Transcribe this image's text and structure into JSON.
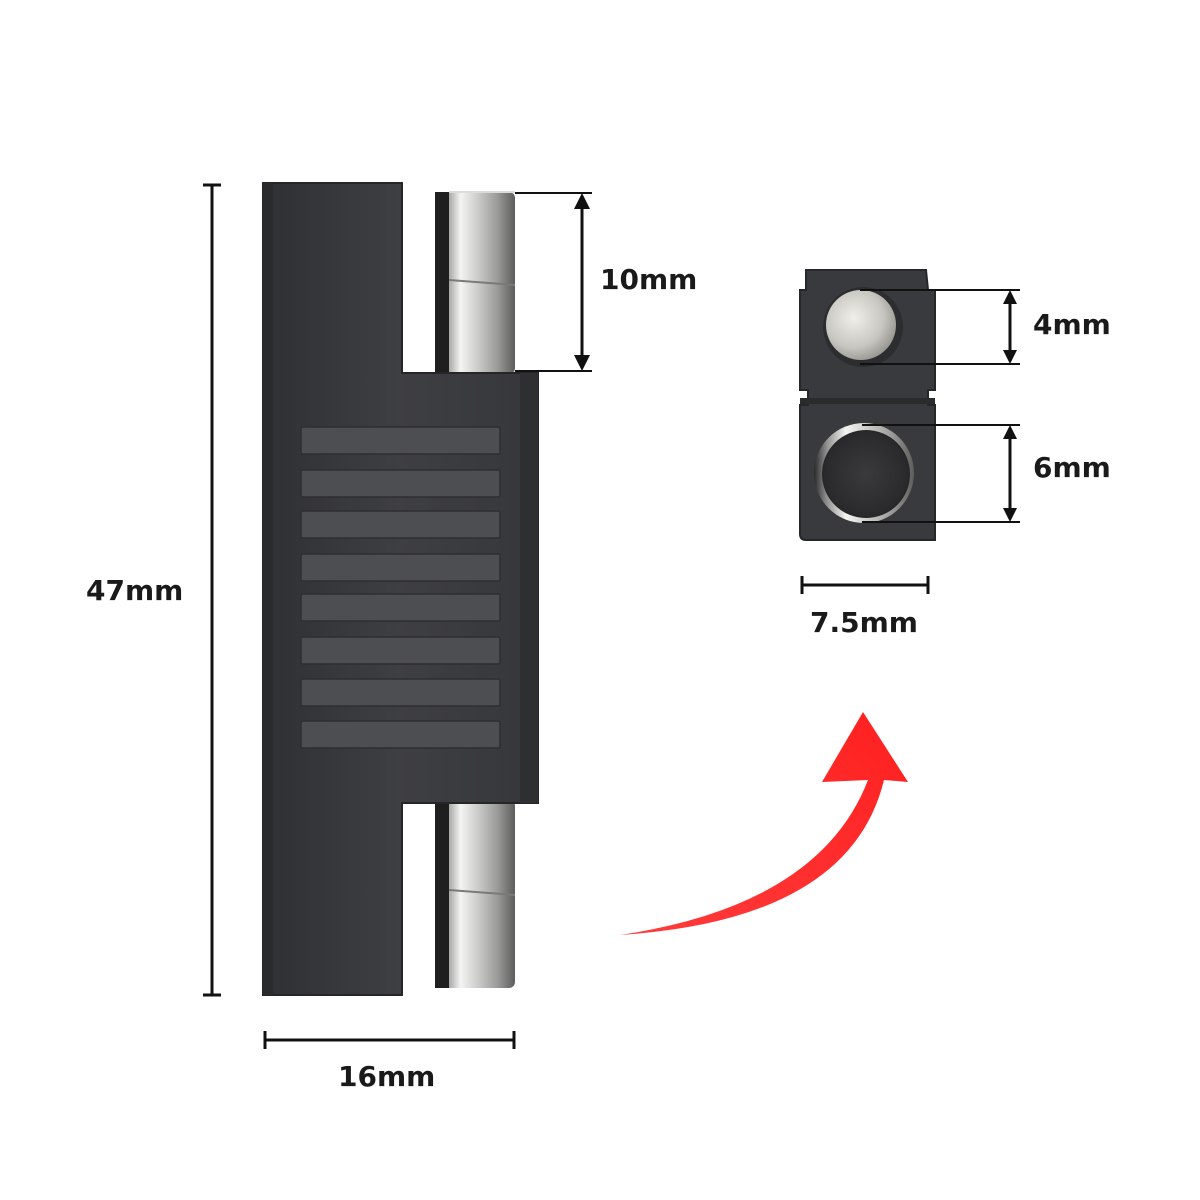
{
  "dimensions": {
    "length": "47mm",
    "width": "16mm",
    "pin_length": "10mm",
    "pin_diameter": "4mm",
    "socket_diameter": "6mm",
    "end_width": "7.5mm"
  },
  "colors": {
    "body": "#3c3d40",
    "body_dark": "#2b2c2e",
    "rib": "#4d4e52",
    "metal_light": "#e8e8e6",
    "metal_dark": "#6f6f70",
    "dimension_line": "#111111",
    "arrow": "#ff2a2a"
  }
}
